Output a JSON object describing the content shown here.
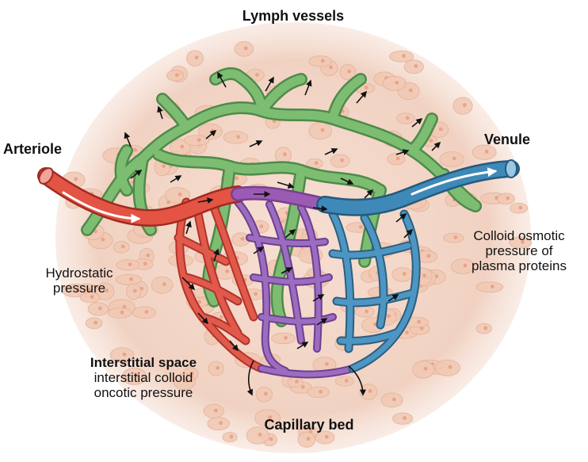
{
  "labels": {
    "lymph_vessels": "Lymph vessels",
    "arteriole": "Arteriole",
    "venule": "Venule",
    "colloid_line1": "Colloid osmotic",
    "colloid_line2": "pressure of",
    "colloid_line3": "plasma proteins",
    "hydrostatic_line1": "Hydrostatic",
    "hydrostatic_line2": "pressure",
    "interstitial_title": "Interstitial space",
    "interstitial_line1": "interstitial colloid",
    "interstitial_line2": "oncotic pressure",
    "capillary_bed": "Capillary bed"
  },
  "colors": {
    "tissue": "#f3d6c8",
    "cell": "#f1c9b4",
    "lymph": "#6aa963",
    "arterial": "#d9463a",
    "venous": "#3d7fa6",
    "mixed": "#8a5aa8"
  }
}
